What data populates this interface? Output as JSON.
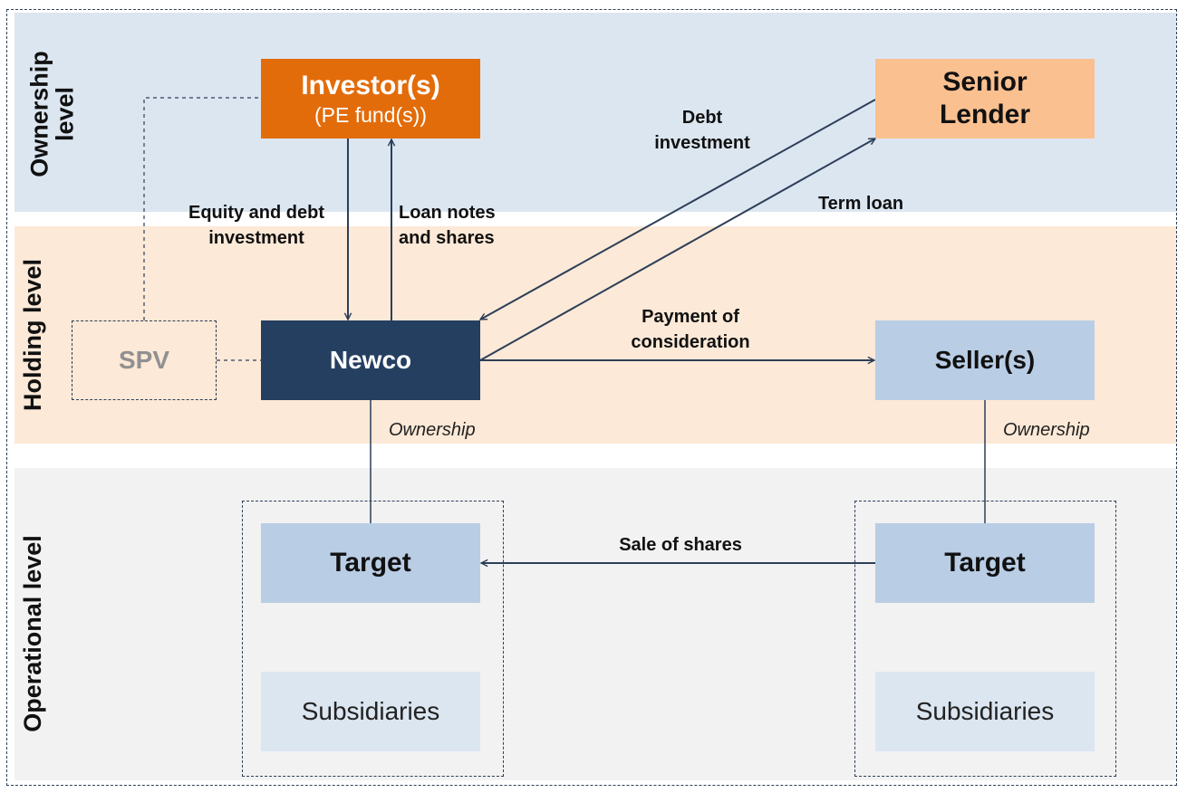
{
  "levels": {
    "ownership": "Ownership\nlevel",
    "holding": "Holding  level",
    "operational": "Operational  level"
  },
  "boxes": {
    "investor_title": "Investor(s)",
    "investor_sub": "(PE fund(s))",
    "senior_lender": "Senior\nLender",
    "spv": "SPV",
    "newco": "Newco",
    "sellers": "Seller(s)",
    "target_left": "Target",
    "target_right": "Target",
    "subsidiaries_left": "Subsidiaries",
    "subsidiaries_right": "Subsidiaries"
  },
  "labels": {
    "equity_debt": "Equity and debt\ninvestment",
    "loan_notes": "Loan notes\nand shares",
    "debt_investment": "Debt\ninvestment",
    "term_loan": "Term loan",
    "payment": "Payment of\nconsideration",
    "ownership_left": "Ownership",
    "ownership_right": "Ownership",
    "sale_of_shares": "Sale of shares"
  },
  "colors": {
    "ownership_band": "#dce6f1",
    "holding_band": "#fce9d7",
    "operational_band": "#f2f2f2",
    "investor": "#e36c0a",
    "senior_lender": "#fac090",
    "newco": "#243f60",
    "light_blue": "#b9cde5",
    "pale_blue": "#dce6f1",
    "line": "#2d3f58"
  }
}
